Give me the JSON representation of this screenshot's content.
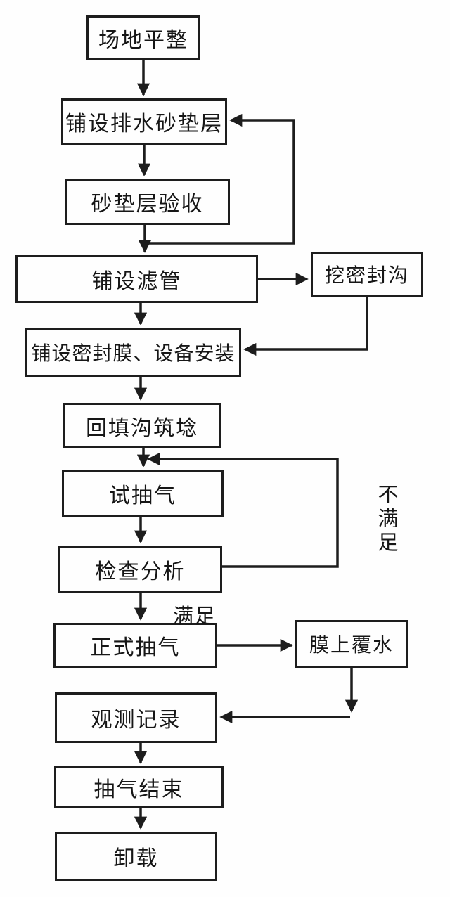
{
  "diagram": {
    "nodes": [
      {
        "id": "site-leveling",
        "label": "场地平整"
      },
      {
        "id": "lay-drainage-sand-cushion",
        "label": "铺设排水砂垫层"
      },
      {
        "id": "sand-cushion-acceptance",
        "label": "砂垫层验收"
      },
      {
        "id": "lay-filter-pipes",
        "label": "铺设滤管"
      },
      {
        "id": "dig-sealing-trench",
        "label": "挖密封沟"
      },
      {
        "id": "lay-sealing-membrane-and-equipment-install",
        "label": "铺设密封膜、设备安装"
      },
      {
        "id": "backfill-trench-build-embankment",
        "label": "回填沟筑埝"
      },
      {
        "id": "trial-air-pumping",
        "label": "试抽气"
      },
      {
        "id": "inspection-analysis",
        "label": "检查分析"
      },
      {
        "id": "formal-air-pumping",
        "label": "正式抽气"
      },
      {
        "id": "water-cover-on-membrane",
        "label": "膜上覆水"
      },
      {
        "id": "observation-records",
        "label": "观测记录"
      },
      {
        "id": "air-pumping-end",
        "label": "抽气结束"
      },
      {
        "id": "unloading",
        "label": "卸载"
      }
    ],
    "edge_labels": {
      "not_satisfied": "不满足",
      "satisfied": "满足"
    },
    "edges": [
      {
        "from": "site-leveling",
        "to": "lay-drainage-sand-cushion"
      },
      {
        "from": "lay-drainage-sand-cushion",
        "to": "sand-cushion-acceptance"
      },
      {
        "from": "sand-cushion-acceptance",
        "to": "lay-filter-pipes"
      },
      {
        "from": "sand-cushion-acceptance",
        "to": "lay-drainage-sand-cushion",
        "note": "feedback loop"
      },
      {
        "from": "lay-filter-pipes",
        "to": "dig-sealing-trench"
      },
      {
        "from": "lay-filter-pipes",
        "to": "lay-sealing-membrane-and-equipment-install"
      },
      {
        "from": "dig-sealing-trench",
        "to": "lay-sealing-membrane-and-equipment-install"
      },
      {
        "from": "lay-sealing-membrane-and-equipment-install",
        "to": "backfill-trench-build-embankment"
      },
      {
        "from": "backfill-trench-build-embankment",
        "to": "trial-air-pumping"
      },
      {
        "from": "trial-air-pumping",
        "to": "inspection-analysis"
      },
      {
        "from": "inspection-analysis",
        "to": "trial-air-pumping",
        "label": "不满足"
      },
      {
        "from": "inspection-analysis",
        "to": "formal-air-pumping",
        "label": "满足"
      },
      {
        "from": "formal-air-pumping",
        "to": "water-cover-on-membrane"
      },
      {
        "from": "formal-air-pumping",
        "to": "observation-records"
      },
      {
        "from": "water-cover-on-membrane",
        "to": "observation-records"
      },
      {
        "from": "observation-records",
        "to": "air-pumping-end"
      },
      {
        "from": "air-pumping-end",
        "to": "unloading"
      }
    ],
    "colors": {
      "line": "#1d1d1d",
      "box_border": "#1d1d1d",
      "text": "#161616",
      "background": "#fefefe"
    }
  }
}
